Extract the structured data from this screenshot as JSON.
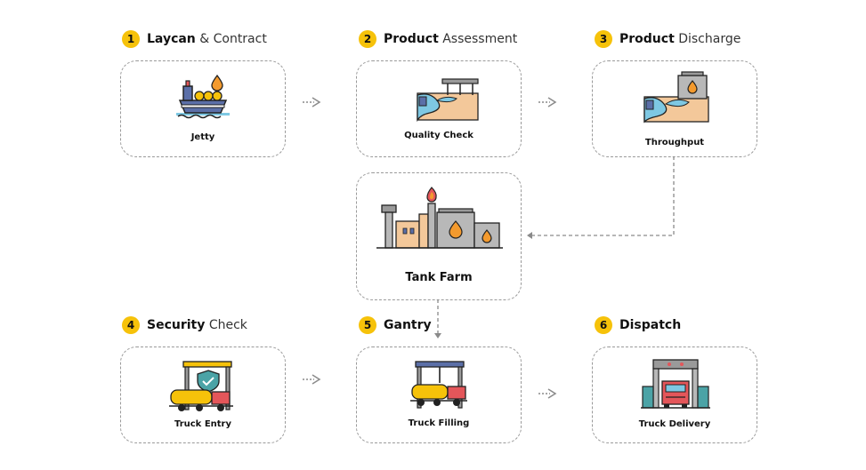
{
  "steps": [
    {
      "number": "1",
      "title_bold": "Laycan",
      "title_rest": "& Contract",
      "card_label": "Jetty"
    },
    {
      "number": "2",
      "title_bold": "Product",
      "title_rest": "Assessment",
      "card_label": "Quality Check"
    },
    {
      "number": "3",
      "title_bold": "Product",
      "title_rest": "Discharge",
      "card_label": "Throughput"
    },
    {
      "number": "4",
      "title_bold": "Security",
      "title_rest": "Check",
      "card_label": "Truck Entry"
    },
    {
      "number": "5",
      "title_bold": "Gantry",
      "title_rest": "",
      "card_label": "Truck Filling"
    },
    {
      "number": "6",
      "title_bold": "Dispatch",
      "title_rest": "",
      "card_label": "Truck Delivery"
    }
  ],
  "center": {
    "card_label": "Tank Farm"
  },
  "colors": {
    "badge": "#f6c20a",
    "ship": "#5b6fa8",
    "orange": "#f39a2e",
    "water": "#7ec8e3",
    "sand": "#f3c89a",
    "tank": "#b8b8b8",
    "red": "#e4565a",
    "teal": "#4ba3a6"
  }
}
